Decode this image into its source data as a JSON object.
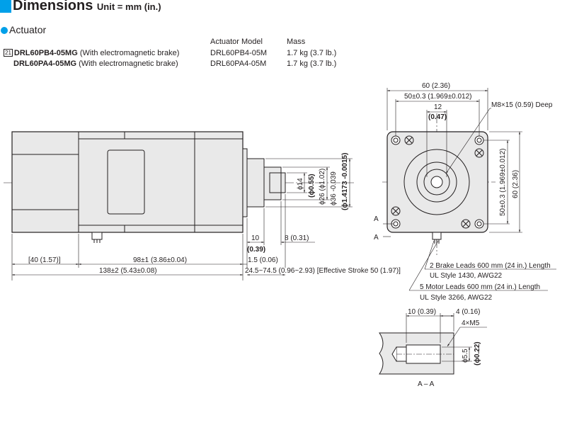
{
  "header": {
    "title": "Dimensions",
    "unit": "Unit = mm (in.)"
  },
  "section": {
    "title": "Actuator"
  },
  "table": {
    "col_model": "Actuator Model",
    "col_mass": "Mass",
    "rows": [
      {
        "tag": "21",
        "name": "DRL60PB4-05MG",
        "desc": "(With electromagnetic brake)",
        "model": "DRL60PB4-05M",
        "mass": "1.7 kg (3.7 lb.)"
      },
      {
        "tag": "",
        "name": "DRL60PA4-05MG",
        "desc": "(With electromagnetic brake)",
        "model": "DRL60PA4-05M",
        "mass": "1.7 kg (3.7 lb.)"
      }
    ]
  },
  "side_view": {
    "dim_40": "[40 (1.57)]",
    "dim_98": "98±1 (3.86±0.04)",
    "dim_138": "138±2 (5.43±0.08)",
    "dim_10": "10",
    "dim_039": "(0.39)",
    "dim_8": "8 (0.31)",
    "dim_15": "1.5 (0.06)",
    "stroke": "24.5~74.5 (0.96~2.93) [Effective Stroke 50 (1.97)]",
    "phi14": "ϕ14",
    "phi055": "(ϕ0.55)",
    "phi26": "ϕ26 (ϕ1.02)",
    "phi36": "ϕ36 -0.039",
    "phi1417": "(ϕ1.4173 -0.0015)"
  },
  "front_view": {
    "dim_60": "60 (2.36)",
    "dim_50": "50±0.3 (1.969±0.012)",
    "dim_12": "12",
    "dim_047": "(0.47)",
    "m8": "M8×15 (0.59) Deep",
    "dim_50v": "50±0.3 (1.969±0.012)",
    "dim_60v": "60 (2.36)",
    "label_a": "A",
    "brake_leads": "2 Brake Leads 600 mm (24 in.) Length",
    "brake_ul": "UL Style 1430, AWG22",
    "motor_leads": "5 Motor Leads 600 mm (24 in.) Length",
    "motor_ul": "UL Style 3266, AWG22"
  },
  "section_view": {
    "dim_10": "10 (0.39)",
    "dim_4": "4 (0.16)",
    "m5": "4×M5",
    "phi55": "ϕ5.5",
    "phi022": "(ϕ0.22)",
    "label": "A – A"
  }
}
